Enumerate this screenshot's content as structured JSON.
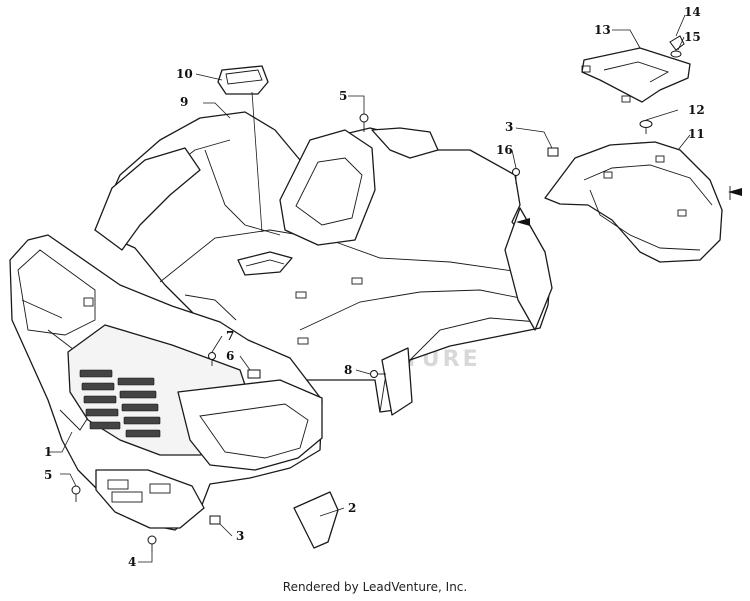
{
  "diagram": {
    "callouts": [
      "1",
      "2",
      "3",
      "3",
      "4",
      "5",
      "5",
      "6",
      "7",
      "8",
      "9",
      "10",
      "11",
      "12",
      "13",
      "14",
      "15",
      "16"
    ],
    "watermark": "LEADVENTURE",
    "footer": "Rendered by LeadVenture, Inc."
  }
}
